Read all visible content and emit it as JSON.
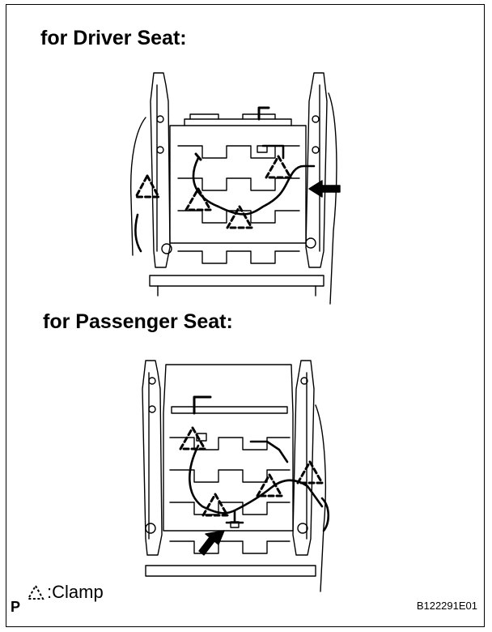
{
  "headings": {
    "driver": "for Driver Seat:",
    "passenger": "for Passenger Seat:"
  },
  "legend": {
    "symbol": "clamp-triangle-icon",
    "label": ":Clamp"
  },
  "corner_letter": "P",
  "figure_code": "B122291E01"
}
